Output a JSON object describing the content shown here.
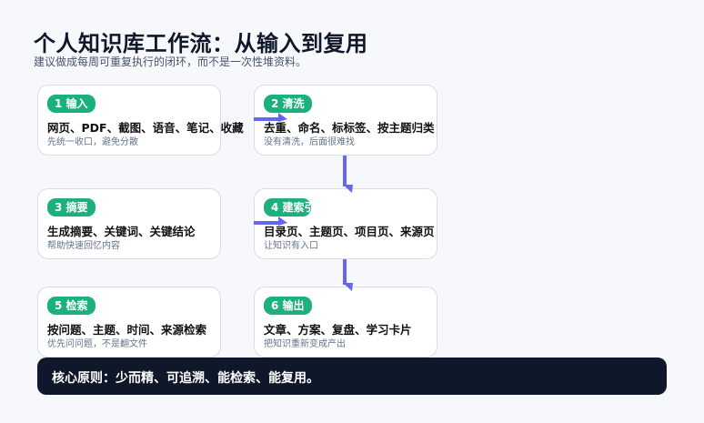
{
  "title": "个人知识库工作流：从输入到复用",
  "subtitle": "建议做成每周可重复执行的闭环，而不是一次性堆资料。",
  "steps": [
    {
      "badge": "1 输入",
      "title": "网页、PDF、截图、语音、笔记、收藏",
      "note": "先统一收口，避免分散"
    },
    {
      "badge": "2 清洗",
      "title": "去重、命名、标标签、按主题归类",
      "note": "没有清洗，后面很难找"
    },
    {
      "badge": "3 摘要",
      "title": "生成摘要、关键词、关键结论",
      "note": "帮助快速回忆内容"
    },
    {
      "badge": "4 建索引",
      "title": "目录页、主题页、项目页、来源页",
      "note": "让知识有入口"
    },
    {
      "badge": "5 检索",
      "title": "按问题、主题、时间、来源检索",
      "note": "优先问问题，不是翻文件"
    },
    {
      "badge": "6 输出",
      "title": "文章、方案、复盘、学习卡片",
      "note": "把知识重新变成产出"
    }
  ],
  "principle": "核心原则：少而精、可追溯、能检索、能复用。",
  "colors": {
    "badge": "#1cb07c",
    "arrow": "#6366f1",
    "bar": "#0f172a"
  }
}
